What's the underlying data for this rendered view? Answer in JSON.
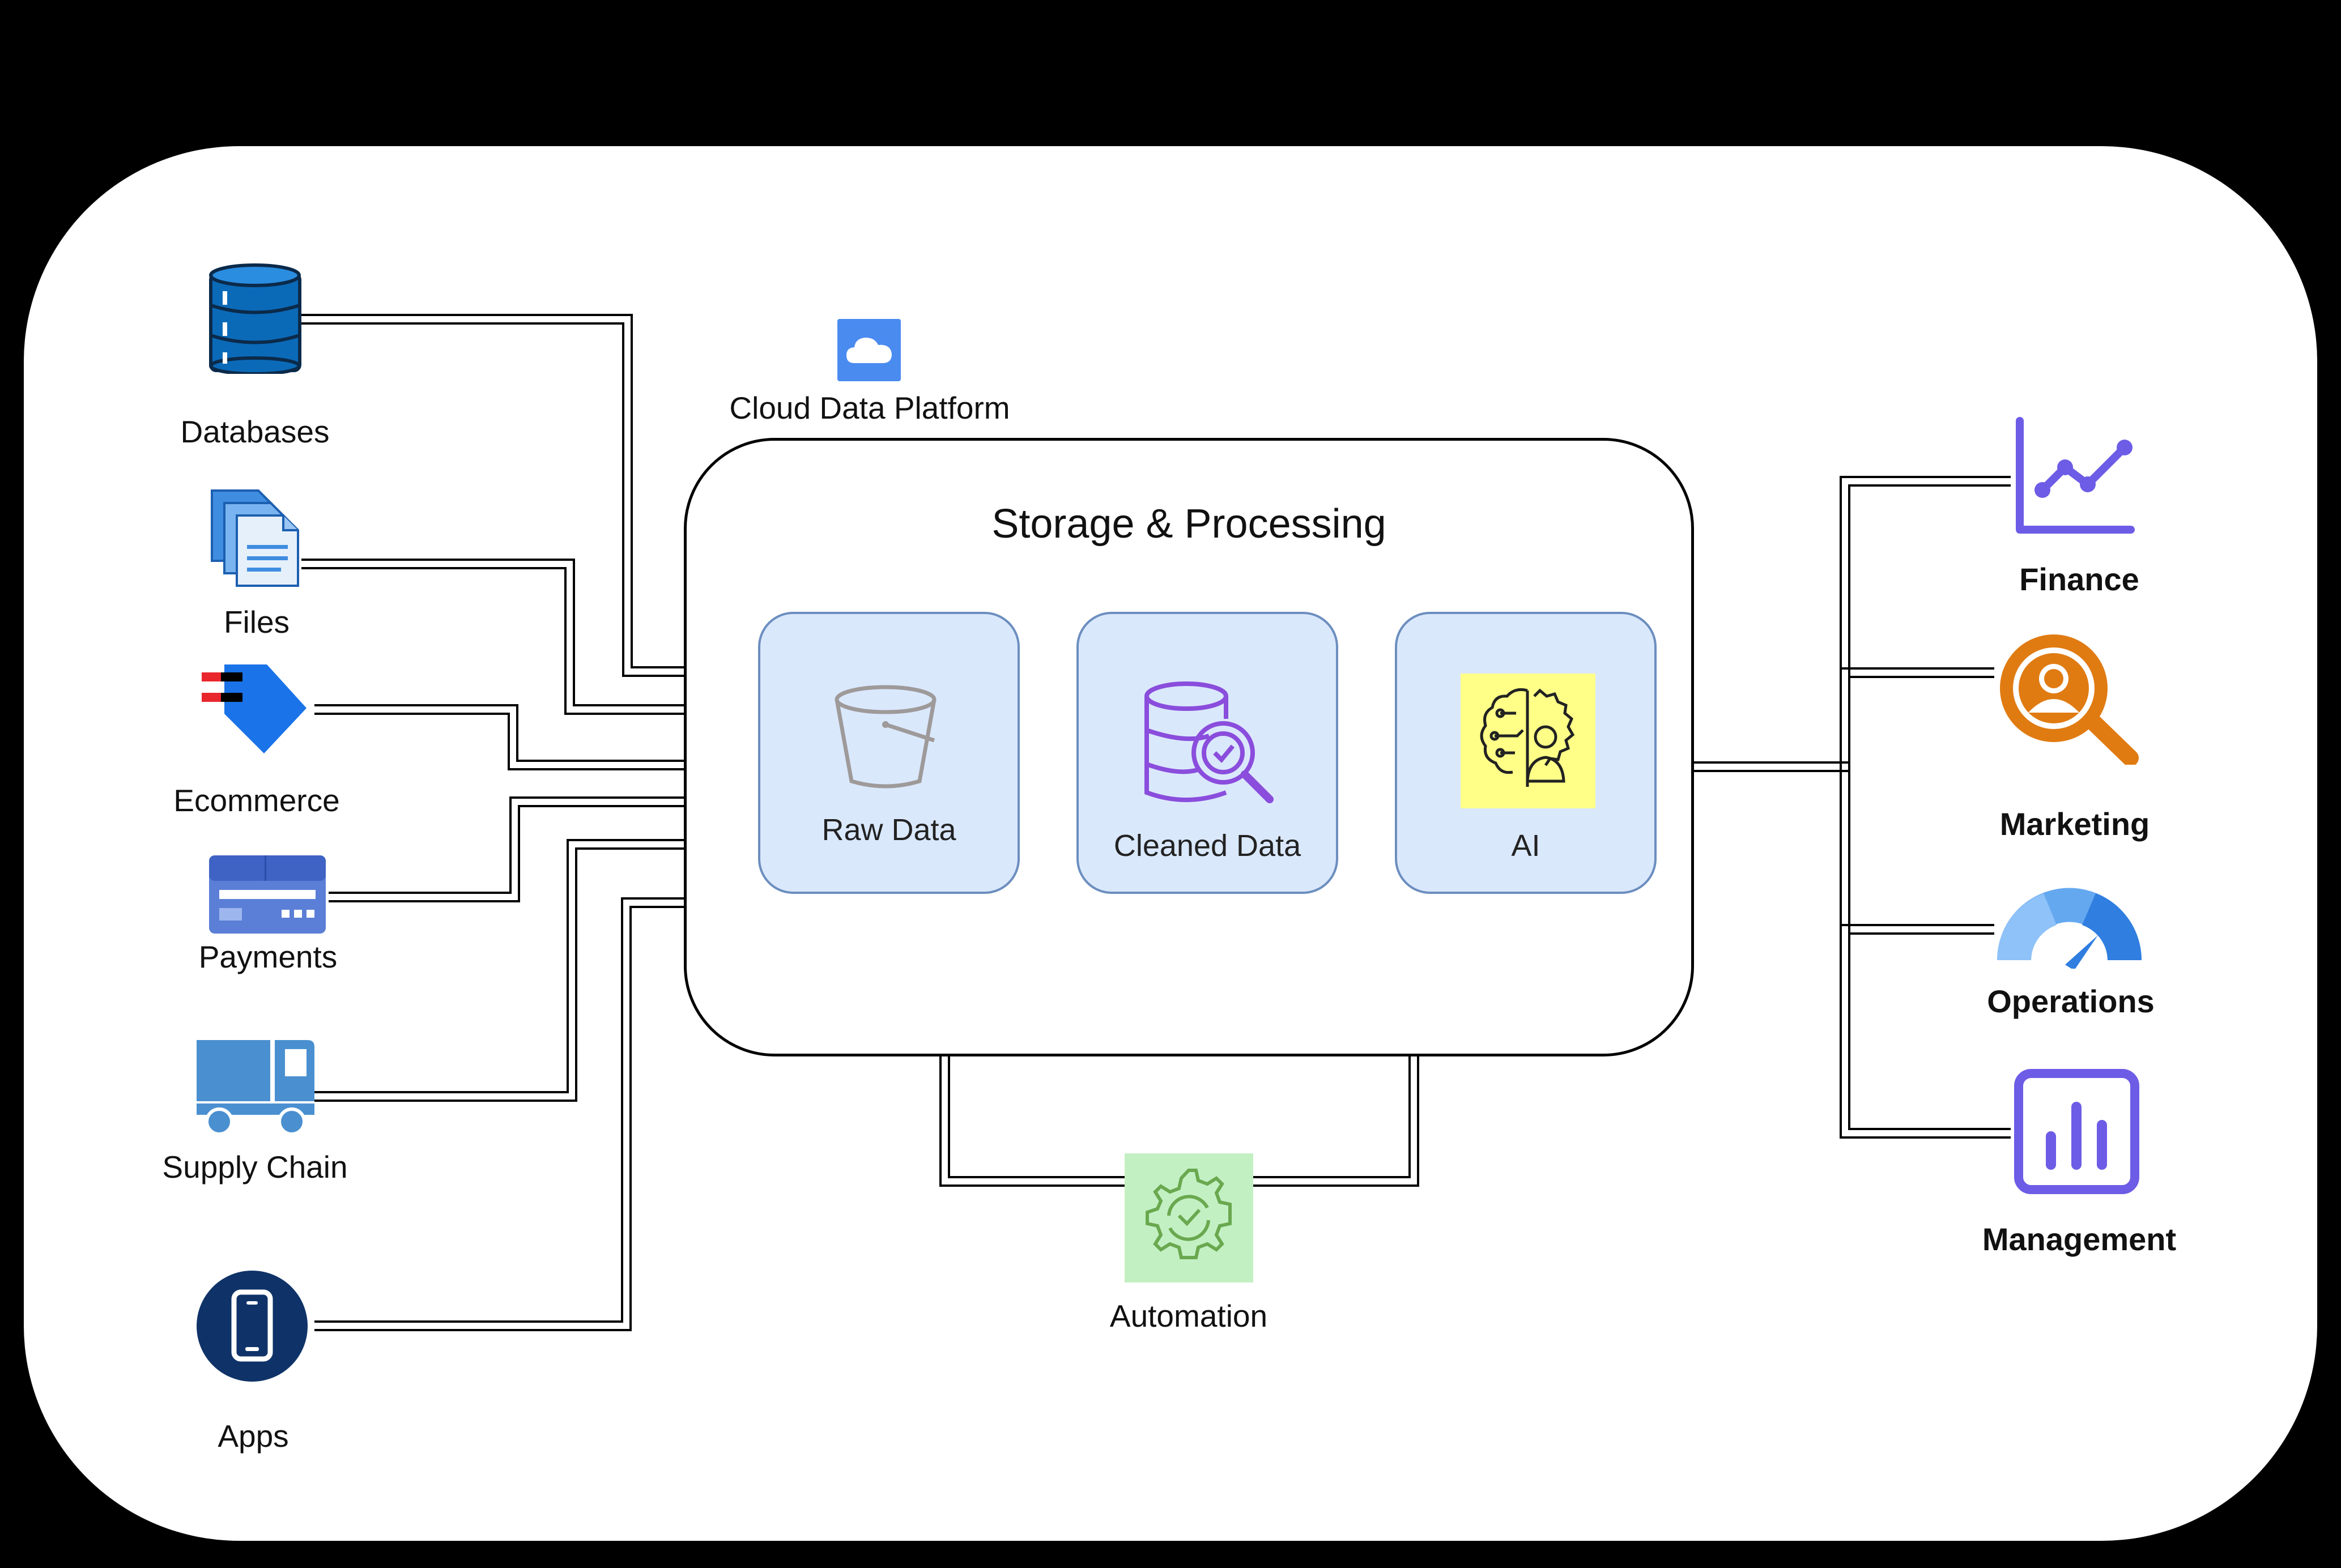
{
  "platform": {
    "cloud_label": "Cloud Data Platform",
    "title": "Storage & Processing",
    "stages": [
      {
        "label": "Raw Data",
        "icon": "bucket-icon"
      },
      {
        "label": "Cleaned Data",
        "icon": "database-search-icon"
      },
      {
        "label": "AI",
        "icon": "ai-brain-gear-icon"
      }
    ]
  },
  "sources": [
    {
      "label": "Databases",
      "icon": "database-icon"
    },
    {
      "label": "Files",
      "icon": "files-icon"
    },
    {
      "label": "Ecommerce",
      "icon": "tag-icon"
    },
    {
      "label": "Payments",
      "icon": "credit-card-icon"
    },
    {
      "label": "Supply Chain",
      "icon": "truck-icon"
    },
    {
      "label": "Apps",
      "icon": "mobile-phone-icon"
    }
  ],
  "consumers": [
    {
      "label": "Finance",
      "icon": "line-chart-icon"
    },
    {
      "label": "Marketing",
      "icon": "user-search-icon"
    },
    {
      "label": "Operations",
      "icon": "gauge-icon"
    },
    {
      "label": "Management",
      "icon": "bar-chart-icon"
    }
  ],
  "automation": {
    "label": "Automation",
    "icon": "gear-check-icon"
  },
  "colors": {
    "stage_fill": "#dae8fc",
    "stage_border": "#6c8ebf",
    "database_blue": "#0b6ab8",
    "purple": "#6d5ce6",
    "orange": "#e07b12",
    "ai_yellow": "#ffff88",
    "automation_green": "#c3f0c3"
  }
}
